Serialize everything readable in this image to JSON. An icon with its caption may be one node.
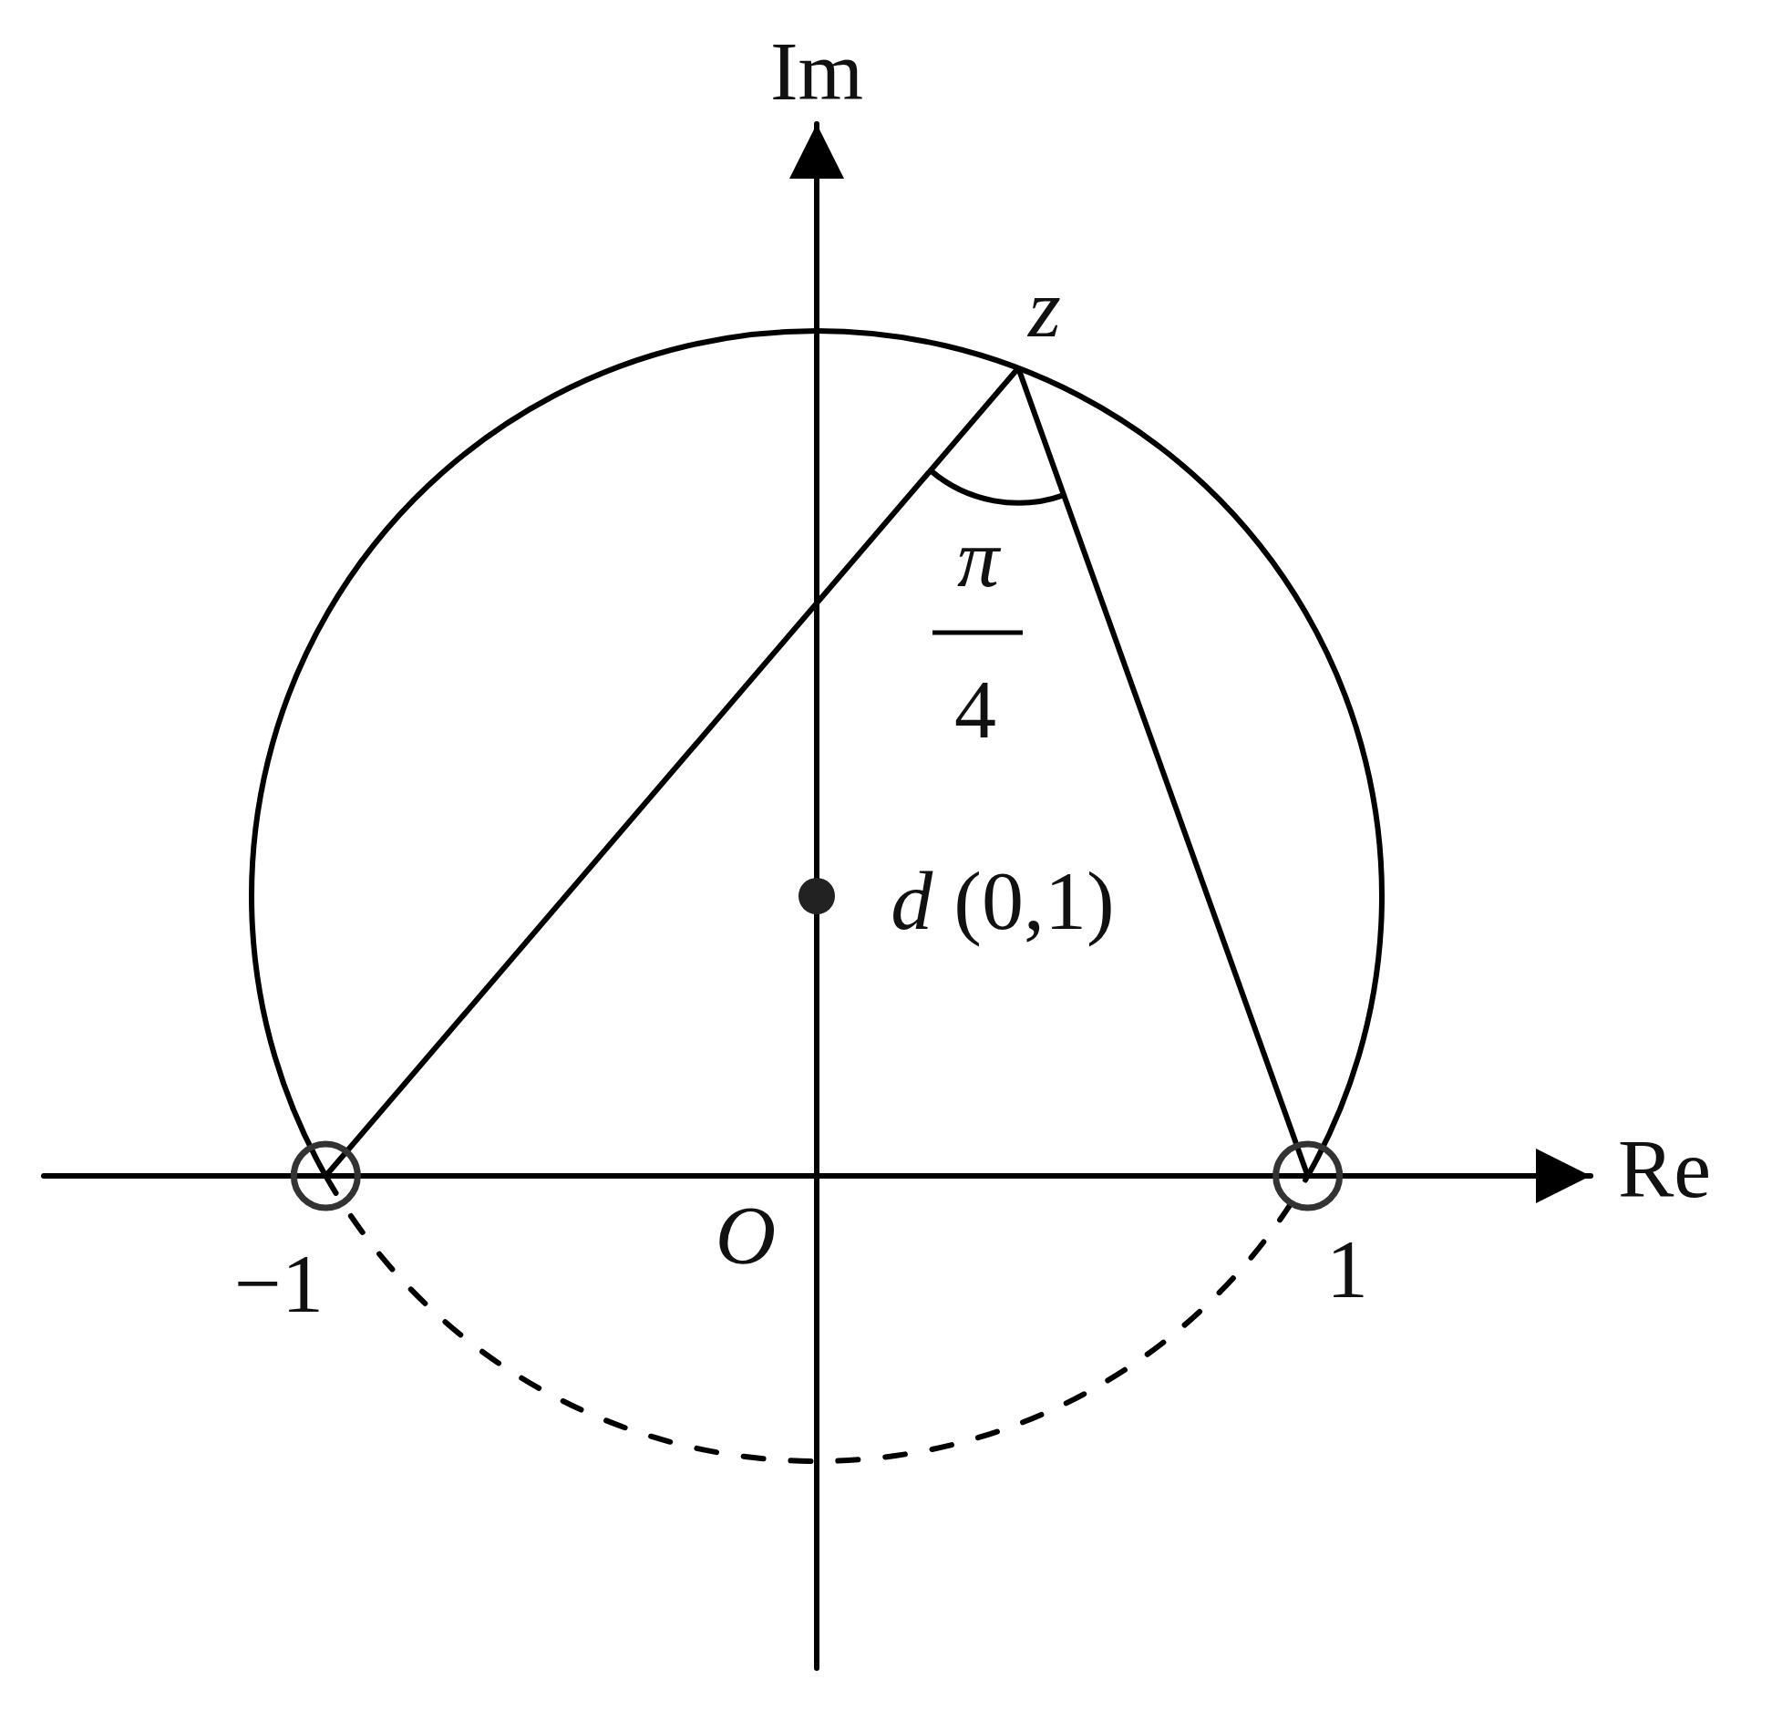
{
  "diagram": {
    "labels": [
      "Im",
      "z",
      "π",
      "4",
      "*d* (0,1)",
      "Re",
      "O",
      "−1",
      "1"
    ]
  }
}
